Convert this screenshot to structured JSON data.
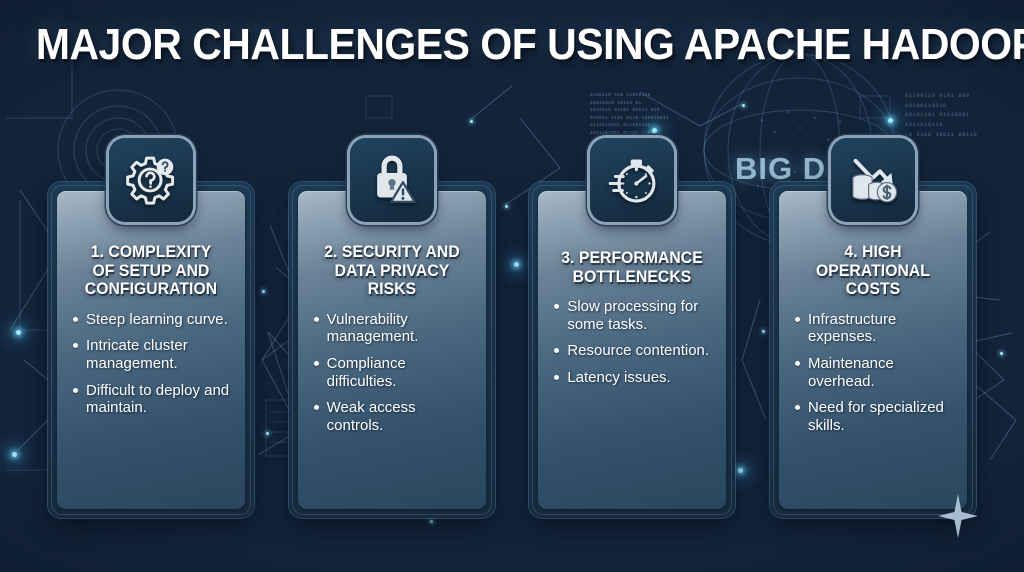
{
  "header": {
    "title": "MAJOR CHALLENGES OF USING APACHE HADOOP"
  },
  "background": {
    "watermark_text": "BIG\nDATA",
    "micro_text": "0100110 010 11010110\n01011010 10110 01\n1010110 01101 01011 010\n010011 1101 0110 110010011\n0110110101 011001110\n1011101001 01101 11011",
    "binary_text": "01100110 0101 000\n00100110110\n00101101 01010001\n1011010110\n10 0100 10011 00110",
    "sparkle_icon": "four-point-star",
    "accent_color": "#6ed7ff",
    "panel_color": "#1d3a55"
  },
  "cards": [
    {
      "icon": "gear-question-icon",
      "title": "1. COMPLEXITY\nOF SETUP AND\nCONFIGURATION",
      "bullets": [
        "Steep learning curve.",
        "Intricate cluster management.",
        "Difficult to deploy and maintain."
      ]
    },
    {
      "icon": "lock-warning-icon",
      "title": "2. SECURITY AND\nDATA PRIVACY\nRISKS",
      "bullets": [
        "Vulnerability management.",
        "Compliance difficulties.",
        "Weak access controls."
      ]
    },
    {
      "icon": "stopwatch-icon",
      "title": "3. PERFORMANCE\nBOTTLENECKS",
      "bullets": [
        "Slow processing for some tasks.",
        "Resource contention.",
        "Latency issues."
      ]
    },
    {
      "icon": "declining-cost-coins-icon",
      "title": "4. HIGH\nOPERATIONAL\nCOSTS",
      "bullets": [
        "Infrastructure expenses.",
        "Maintenance overhead.",
        "Need for specialized skills."
      ]
    }
  ]
}
